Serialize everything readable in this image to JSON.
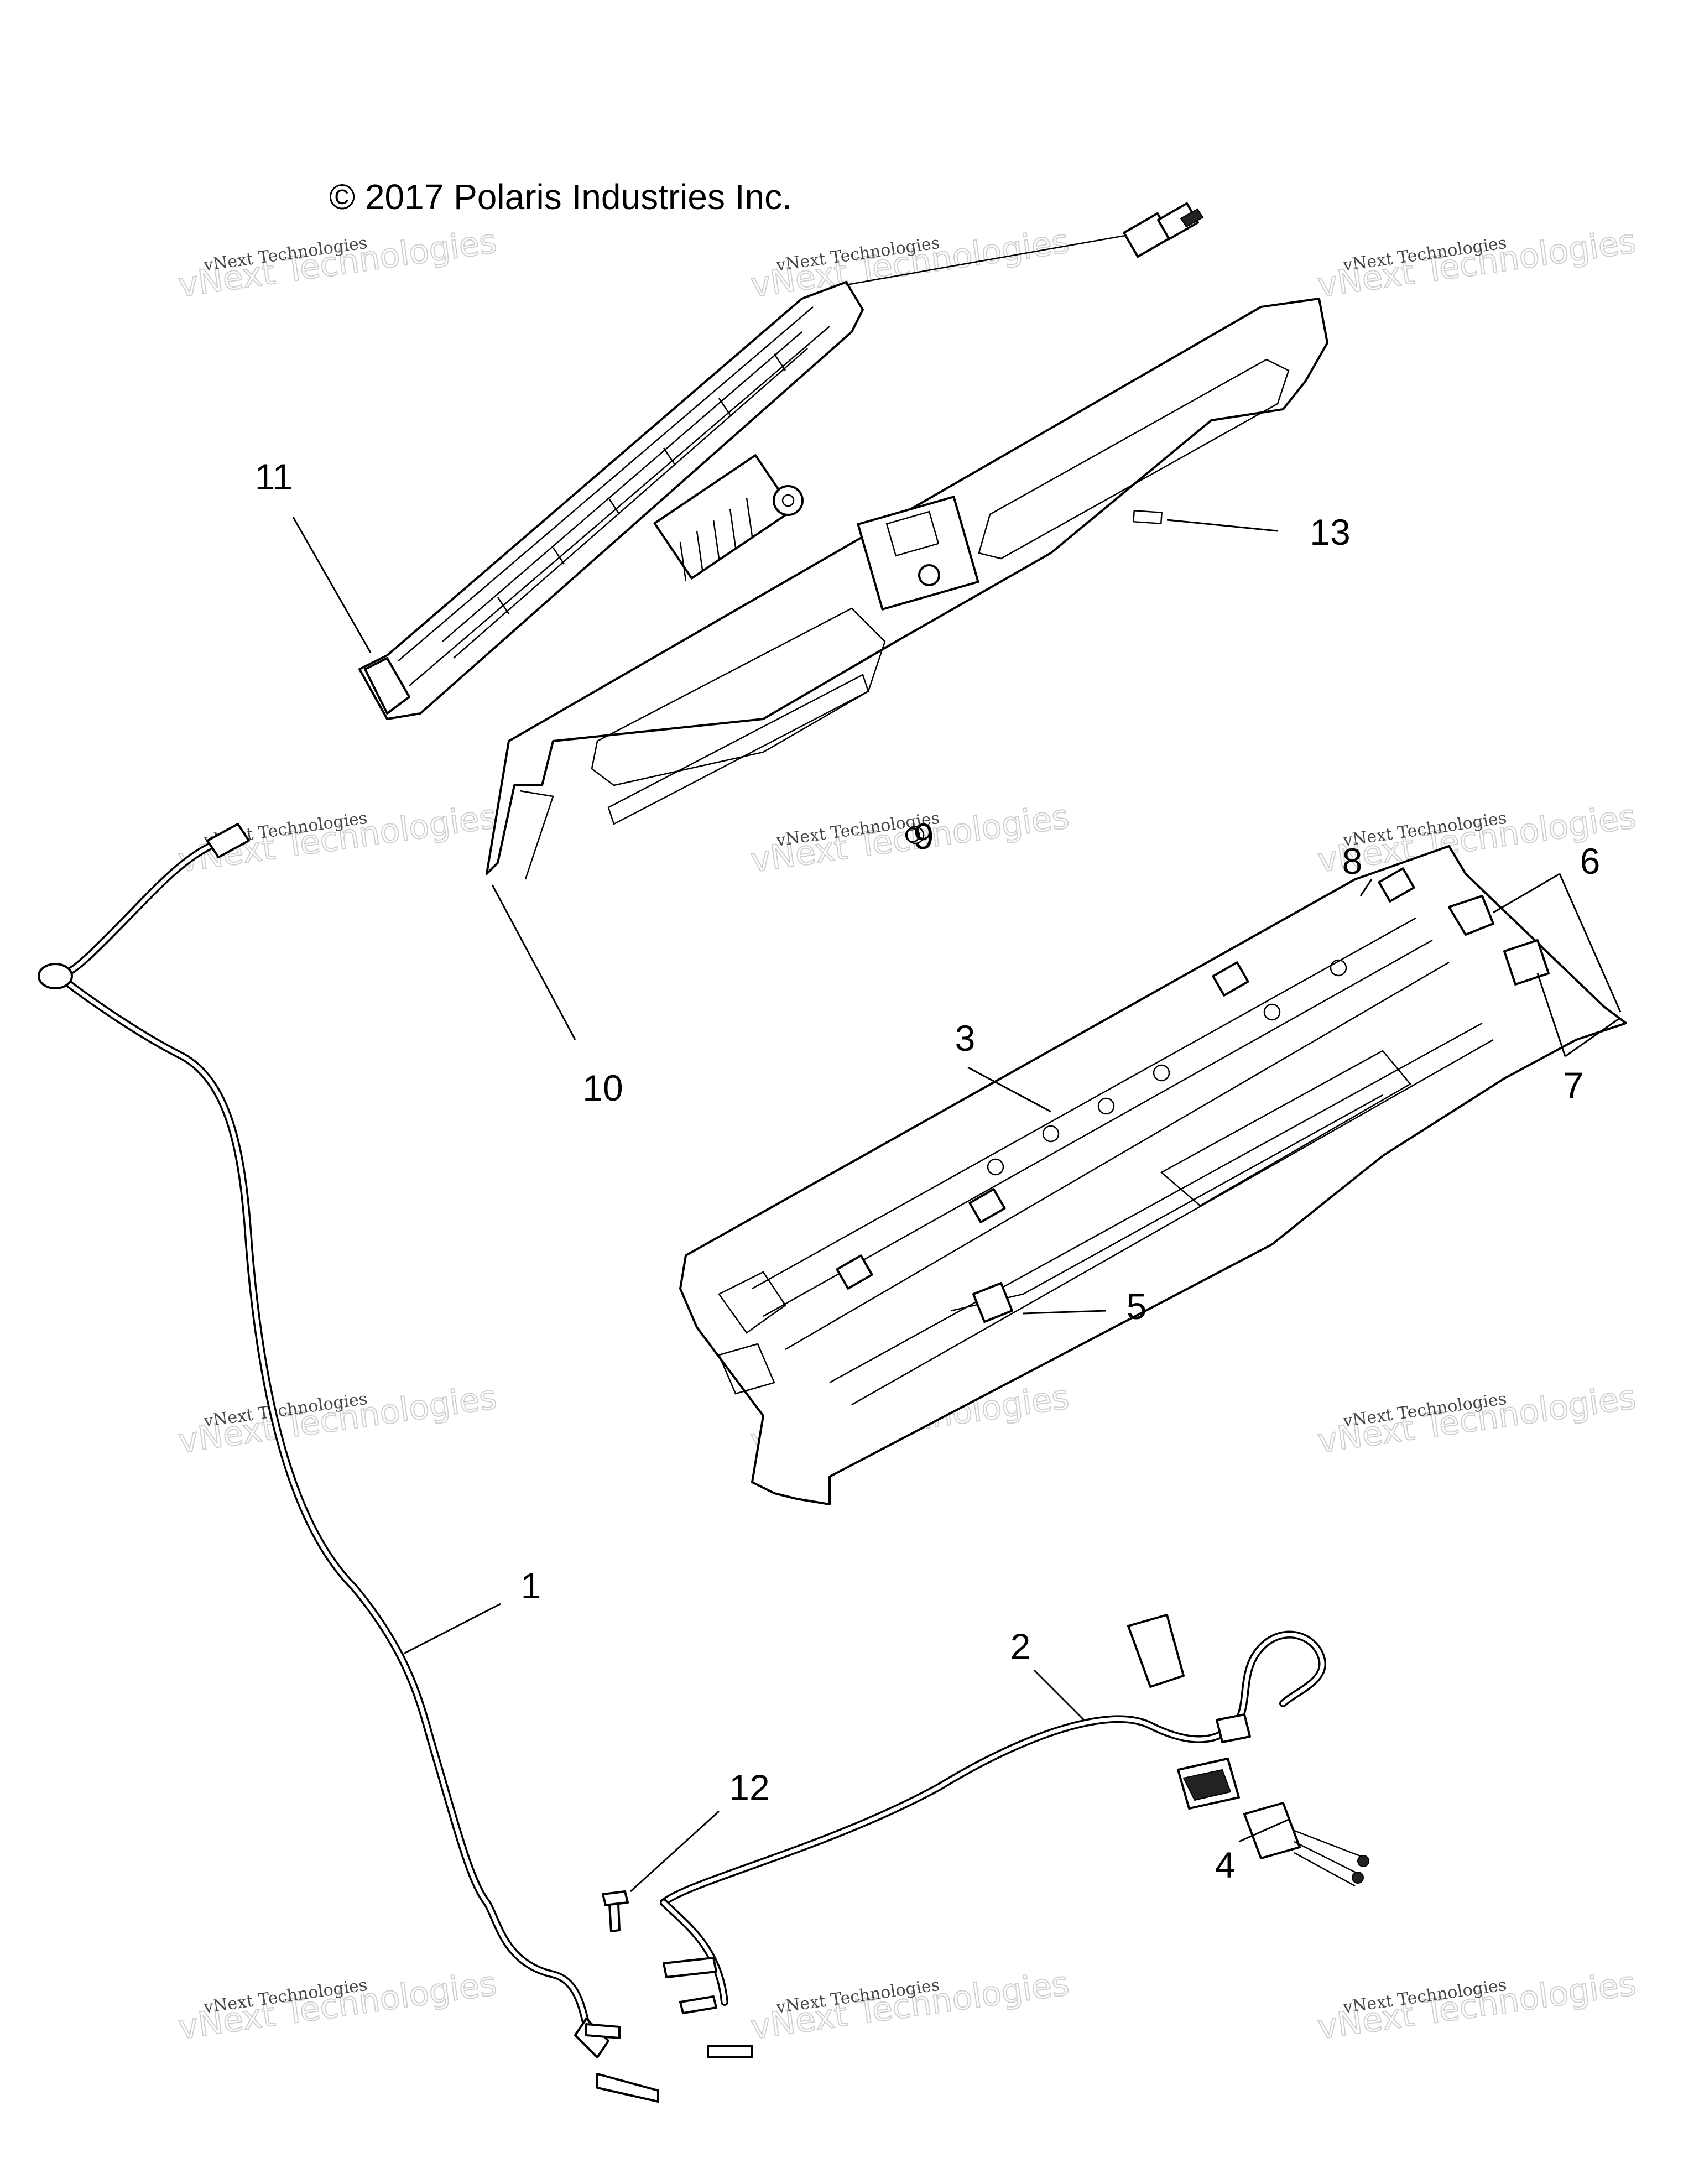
{
  "copyright": "© 2017 Polaris Industries Inc.",
  "watermark": {
    "line1": "vNext Technologies",
    "line2": "vNext Technologies"
  },
  "callouts": {
    "c1": "1",
    "c2": "2",
    "c3": "3",
    "c4": "4",
    "c5": "5",
    "c6": "6",
    "c7": "7",
    "c8": "8",
    "c9": "9",
    "c10": "10",
    "c11": "11",
    "c12": "12",
    "c13": "13"
  }
}
